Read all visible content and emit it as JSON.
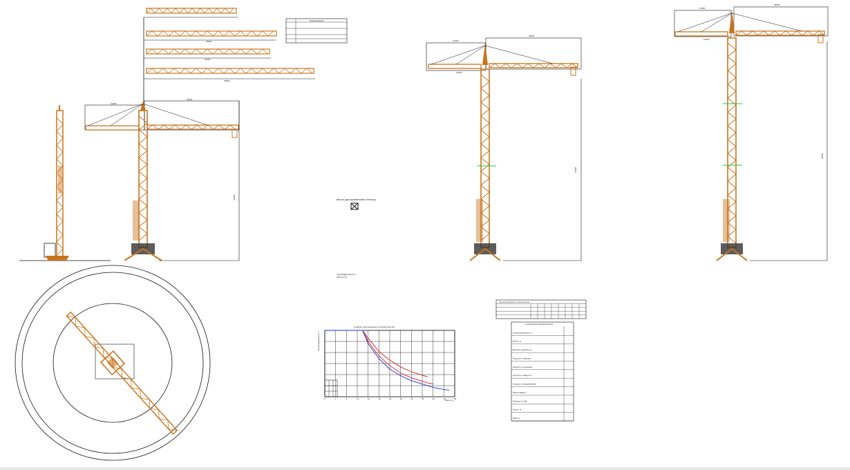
{
  "drawing": {
    "note_title": "Место для крепления к бетону",
    "stamp_text": "tonybeff@gmail.com",
    "stamp_sub": "2021.01.21",
    "colors": {
      "crane": "#c8741c",
      "crane_dark": "#8a4a0c",
      "line": "#111111",
      "grid": "#000000",
      "curve_red": "#cc1f2a",
      "curve_blue": "#1f2acc",
      "marker": "#27c23a"
    }
  },
  "jib_options": {
    "dims": [
      "42000",
      "50000",
      "40000",
      "46000"
    ],
    "table_header": "Наименование"
  },
  "cranes": {
    "left_dims": {
      "counter": "20000",
      "jib": "46000",
      "height": "34000"
    },
    "middle_dims": {
      "counter": "14000",
      "jib": "46000",
      "height": "46000",
      "sub": "12000"
    },
    "right_dims": {
      "counter": "12000",
      "jib": "46000",
      "height": "55000",
      "sub": "14000"
    }
  },
  "chart_data": {
    "type": "line",
    "title": "Графики грузоподъемности крана кбм-401",
    "xlabel": "Вылет, м",
    "ylabel": "Грузоподъемность, т",
    "x_ticks": [
      "0",
      "4",
      "8",
      "12",
      "16",
      "20",
      "24",
      "28",
      "32",
      "36",
      "40",
      "44",
      "48"
    ],
    "xlim": [
      0,
      48
    ],
    "ylim": [
      0,
      12
    ],
    "series": [
      {
        "name": "",
        "color": "red",
        "x": [
          0,
          14,
          16,
          20,
          24,
          28,
          32,
          36,
          38
        ],
        "y": [
          12,
          12,
          10.6,
          8.2,
          6.6,
          5.4,
          4.5,
          3.9,
          3.6
        ]
      },
      {
        "name": "",
        "color": "red",
        "x": [
          0,
          14,
          16,
          20,
          24,
          28,
          32,
          36,
          38,
          40
        ],
        "y": [
          12,
          12,
          10.0,
          7.4,
          5.6,
          4.3,
          3.4,
          2.8,
          2.5,
          2.3
        ]
      },
      {
        "name": "",
        "color": "blue",
        "x": [
          0,
          14,
          16,
          20,
          24,
          28,
          32,
          36,
          40,
          44,
          46
        ],
        "y": [
          12,
          12,
          9.6,
          6.9,
          5.0,
          3.8,
          2.9,
          2.3,
          1.7,
          1.3,
          1.2
        ]
      }
    ]
  },
  "specs": {
    "title": "Техническая характеристика",
    "rows": [
      "Грузоподъемность, т",
      "Вылет, м",
      "Высота подъема, м",
      "Скорость подъема",
      "Скорость опускания",
      "Скорость поворота",
      "Скорость передвижения",
      "Масса крана, т",
      "Мощность, кВт",
      "Колея, м",
      "База, м"
    ]
  },
  "load_table": {
    "title": "Грузоподъемность при вылетах"
  }
}
